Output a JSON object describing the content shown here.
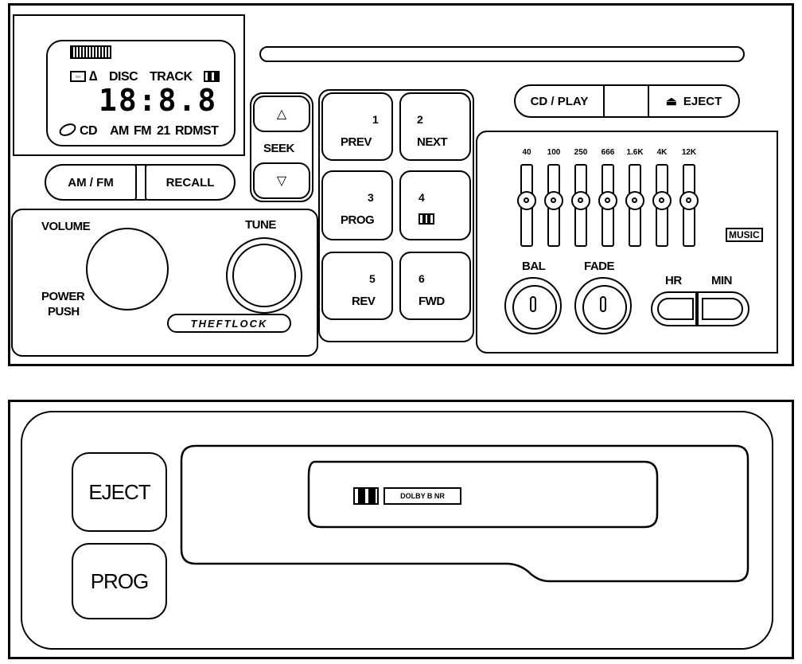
{
  "cd_radio": {
    "display": {
      "brand_tag": "",
      "indicators_top": [
        "DISC",
        "TRACK"
      ],
      "time_digits": "18:8.8",
      "indicators_bottom": [
        "CD",
        "AM",
        "FM",
        "21",
        "RDMST"
      ]
    },
    "am_fm_label": "AM / FM",
    "recall_label": "RECALL",
    "seek_label": "SEEK",
    "volume_label": "VOLUME",
    "power_label": "POWER",
    "push_label": "PUSH",
    "tune_label": "TUNE",
    "theftlock_label": "THEFTLOCK",
    "presets": [
      {
        "number": "1",
        "function": "PREV"
      },
      {
        "number": "2",
        "function": "NEXT"
      },
      {
        "number": "3",
        "function": "PROG"
      },
      {
        "number": "4",
        "function": ""
      },
      {
        "number": "5",
        "function": "REV"
      },
      {
        "number": "6",
        "function": "FWD"
      }
    ],
    "cd_play_label": "CD / PLAY",
    "eject_label": "EJECT",
    "equalizer": {
      "bands": [
        "40",
        "100",
        "250",
        "666",
        "1.6K",
        "4K",
        "12K"
      ],
      "levels": [
        0.4,
        0.4,
        0.4,
        0.4,
        0.4,
        0.4,
        0.4
      ]
    },
    "music_logo": "MUSIC",
    "bal_label": "BAL",
    "fade_label": "FADE",
    "hr_label": "HR",
    "min_label": "MIN"
  },
  "cassette": {
    "eject_label": "EJECT",
    "prog_label": "PROG",
    "dolby_label": "DOLBY B NR"
  }
}
